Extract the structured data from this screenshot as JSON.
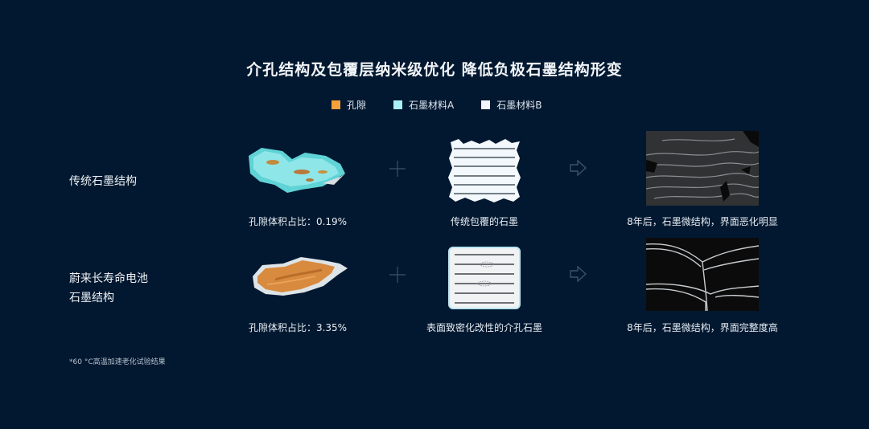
{
  "title": "介孔结构及包覆层纳米级优化 降低负极石墨结构形变",
  "legend": [
    {
      "label": "孔隙",
      "color": "#f5a03a"
    },
    {
      "label": "石墨材料A",
      "color": "#a8f2f5"
    },
    {
      "label": "石墨材料B",
      "color": "#f2f6fa"
    }
  ],
  "rows": [
    {
      "label_lines": [
        "传统石墨结构"
      ],
      "particle_caption": "孔隙体积占比：0.19%",
      "coating_caption": "传统包覆的石墨",
      "result_caption": "8年后，石墨微结构，界面恶化明显"
    },
    {
      "label_lines": [
        "蔚来长寿命电池",
        "石墨结构"
      ],
      "particle_caption": "孔隙体积占比：3.35%",
      "coating_caption": "表面致密化改性的介孔石墨",
      "result_caption": "8年后，石墨微结构，界面完整度高"
    }
  ],
  "icons": {
    "plus": "plus-icon",
    "arrow": "arrow-right-icon"
  },
  "footnote": "*60 °C高温加速老化试验结果",
  "colors": {
    "background": "#021830",
    "pore": "#f5a03a",
    "graphite_a": "#a8f2f5",
    "graphite_b": "#f2f6fa"
  }
}
